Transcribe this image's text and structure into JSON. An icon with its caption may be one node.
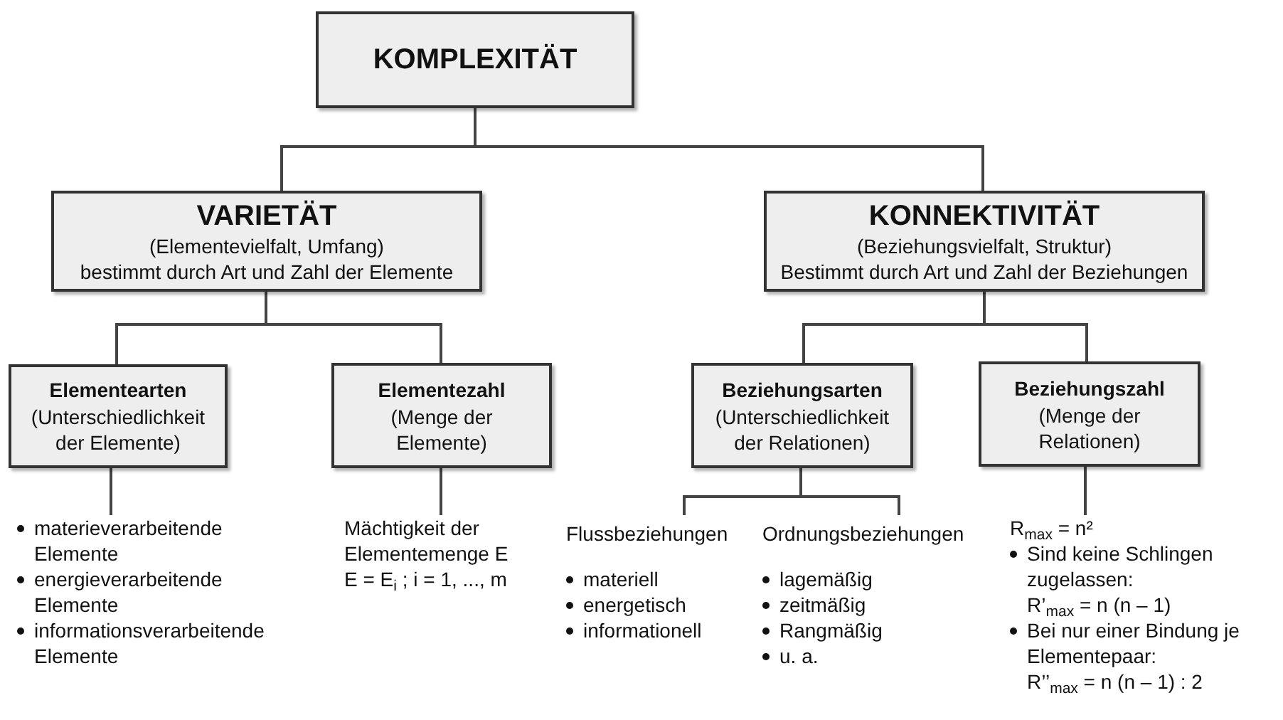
{
  "diagram": {
    "nodes": [
      {
        "text": [
          "KOMPLEXITÄT"
        ]
      },
      {
        "text": [
          "VARIETÄT",
          "(Elementevielfalt, Umfang)",
          "bestimmt durch Art und Zahl der Elemente"
        ]
      },
      {
        "text": [
          "KONNEKTIVITÄT",
          "(Beziehungsvielfalt, Struktur)",
          "Bestimmt durch Art und Zahl der Beziehungen"
        ]
      },
      {
        "text": [
          "Elementearten",
          "(Unterschiedlichkeit der Elemente)"
        ]
      },
      {
        "text": [
          "Elementezahl",
          "(Menge der Elemente)"
        ]
      },
      {
        "text": [
          "Beziehungsarten",
          "(Unterschiedlichkeit der Relationen)"
        ]
      },
      {
        "text": [
          "Beziehungszahl",
          "(Menge der Relationen)"
        ]
      },
      {
        "text": [
          "materieverarbeitende Elemente",
          "energieverarbeitende Elemente",
          "informationsverarbeitende Elemente"
        ]
      },
      {
        "text": [
          "Mächtigkeit der Elementemenge E",
          "E = E$_{i}$ ; i = 1, ..., m"
        ]
      },
      {
        "text": [
          "Flussbeziehungen",
          "materiell",
          "energetisch",
          "informationell"
        ]
      },
      {
        "text": [
          "Ordnungsbeziehungen",
          "lagemäßig",
          "zeitmäßig",
          "Rangmäßig",
          "u. a."
        ]
      },
      {
        "text": [
          "R$_{max}$ = n²",
          "Sind keine Schlingen zugelassen:",
          "R’$_{max}$ = n (n – 1)",
          "Bei nur einer Bindung je Elementepaar:",
          "R’’$_{max}$ = n (n – 1) : 2"
        ]
      }
    ],
    "edges": [
      {
        "from": 0,
        "to": 1,
        "arrow": "none"
      },
      {
        "from": 0,
        "to": 2,
        "arrow": "none"
      },
      {
        "from": 1,
        "to": 3,
        "arrow": "none"
      },
      {
        "from": 1,
        "to": 4,
        "arrow": "none"
      },
      {
        "from": 2,
        "to": 5,
        "arrow": "none"
      },
      {
        "from": 2,
        "to": 6,
        "arrow": "none"
      },
      {
        "from": 3,
        "to": 7,
        "arrow": "none"
      },
      {
        "from": 4,
        "to": 8,
        "arrow": "none"
      },
      {
        "from": 5,
        "to": 9,
        "arrow": "none"
      },
      {
        "from": 5,
        "to": 10,
        "arrow": "none"
      },
      {
        "from": 6,
        "to": 11,
        "arrow": "none"
      }
    ]
  }
}
